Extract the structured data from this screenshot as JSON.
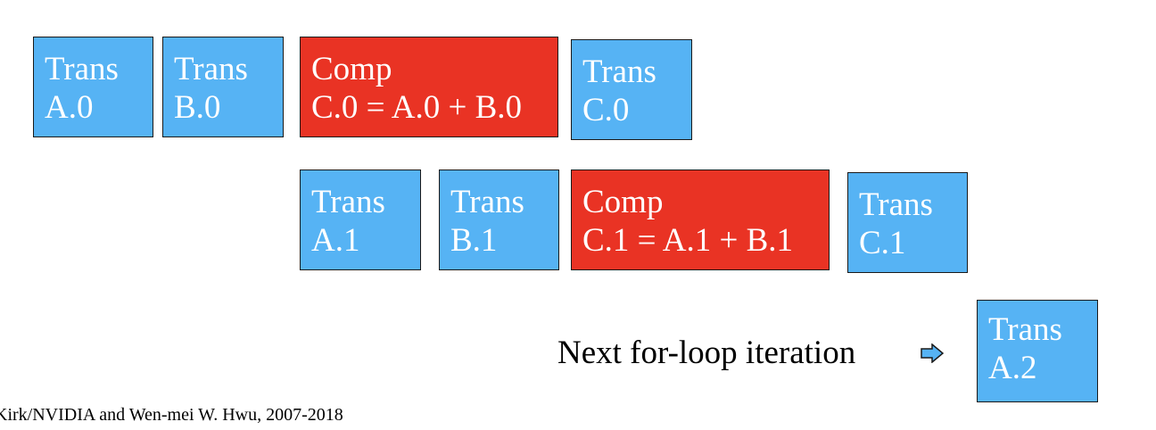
{
  "row0": [
    {
      "name": "trans-a0",
      "type": "trans",
      "line1": "Trans",
      "line2": "A.0"
    },
    {
      "name": "trans-b0",
      "type": "trans",
      "line1": "Trans",
      "line2": "B.0"
    },
    {
      "name": "comp-c0",
      "type": "comp",
      "line1": "Comp",
      "line2": "C.0 = A.0 + B.0"
    },
    {
      "name": "trans-c0",
      "type": "trans",
      "line1": "Trans",
      "line2": "C.0"
    }
  ],
  "row1": [
    {
      "name": "trans-a1",
      "type": "trans",
      "line1": "Trans",
      "line2": "A.1"
    },
    {
      "name": "trans-b1",
      "type": "trans",
      "line1": "Trans",
      "line2": "B.1"
    },
    {
      "name": "comp-c1",
      "type": "comp",
      "line1": "Comp",
      "line2": "C.1 = A.1 + B.1"
    },
    {
      "name": "trans-c1",
      "type": "trans",
      "line1": "Trans",
      "line2": "C.1"
    }
  ],
  "next": {
    "label": "Next for-loop iteration",
    "icon": "right-arrow-icon",
    "box": {
      "line1": "Trans",
      "line2": "A.2"
    }
  },
  "footer": "Kirk/NVIDIA and Wen-mei W. Hwu, 2007-2018",
  "colors": {
    "trans": "#56b3f4",
    "comp": "#e93324",
    "border": "#1a1a1a"
  }
}
